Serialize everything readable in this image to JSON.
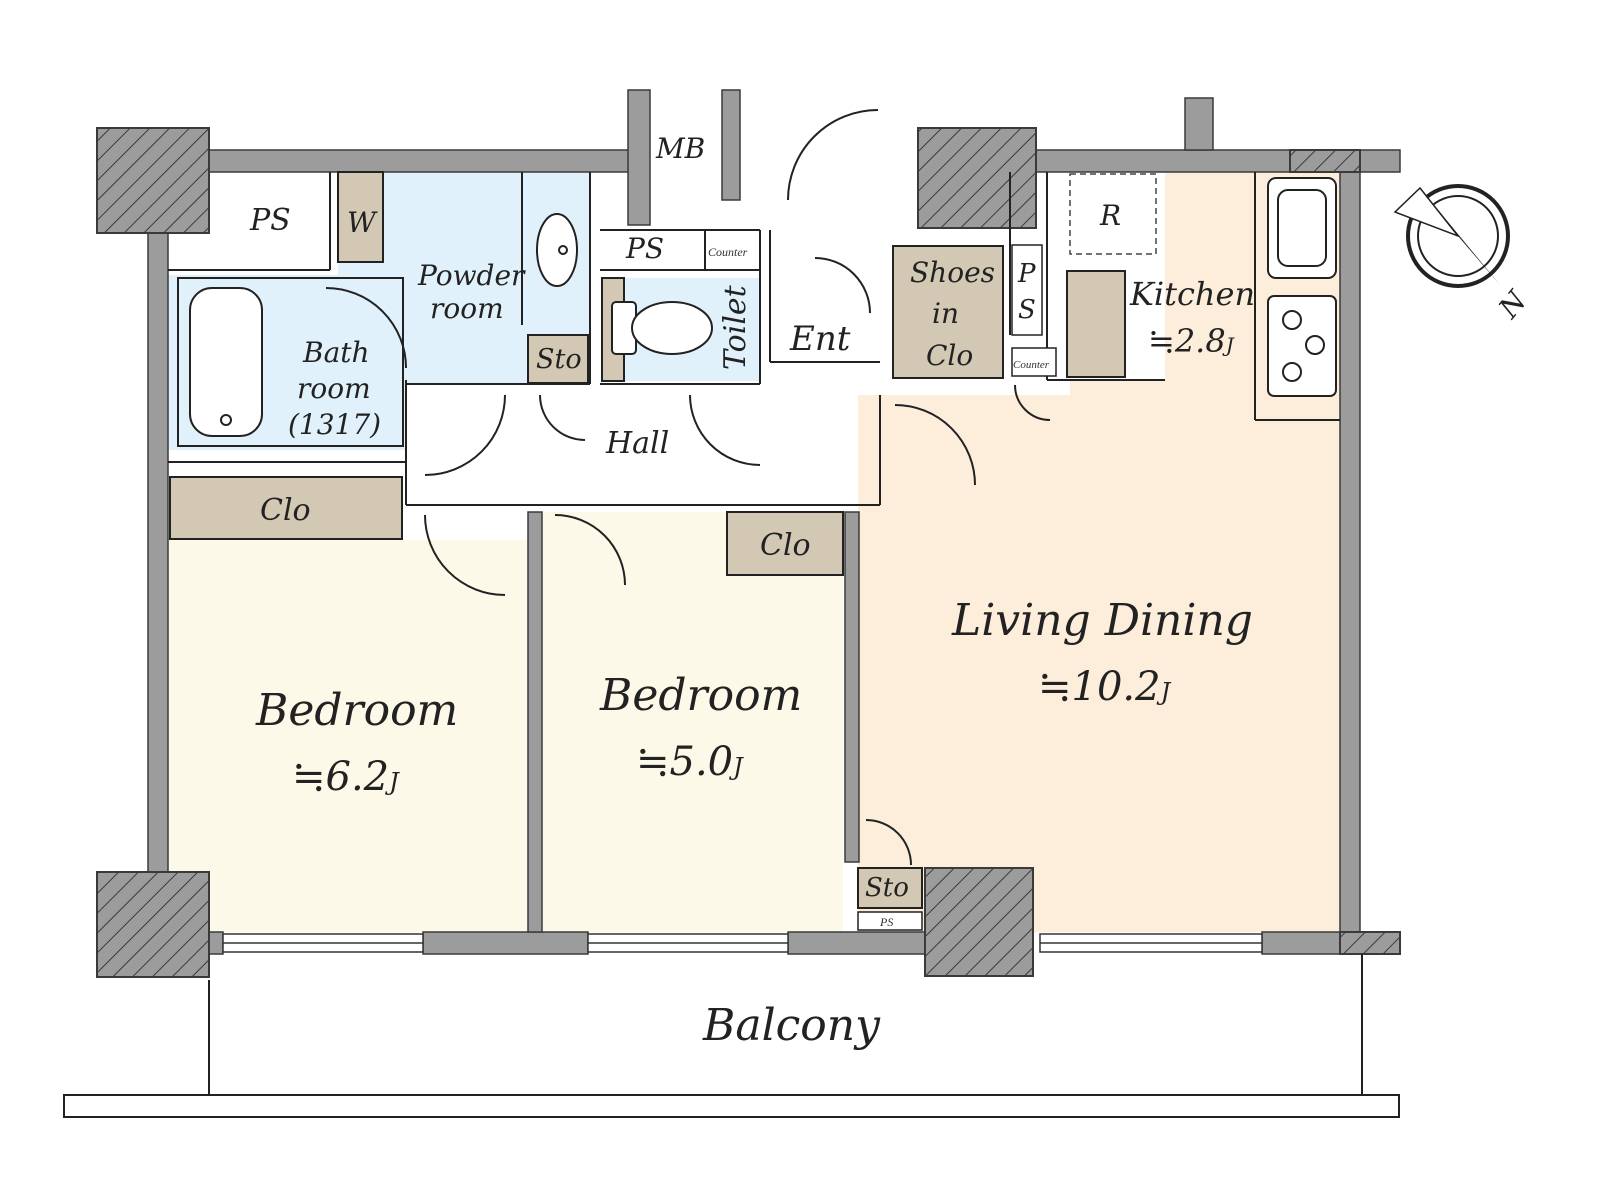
{
  "colors": {
    "wall": "#9c9c9c",
    "wall_stroke": "#3a3a3a",
    "bedroom": "#fdf9e9",
    "living": "#fdeedc",
    "water": "#e1f1fb",
    "storage": "#d3c8b4",
    "white": "#ffffff",
    "line": "#222222"
  },
  "rooms": {
    "ps_top": "PS",
    "washer": "W",
    "powder": [
      "Powder",
      "room"
    ],
    "bath": [
      "Bath",
      "room",
      "(1317)"
    ],
    "sto_top": "Sto",
    "ps_mid": "PS",
    "counter_small": "Counter",
    "toilet": "Toilet",
    "mb": "MB",
    "ent": "Ent",
    "shoes": [
      "Shoes",
      "in",
      "Clo"
    ],
    "ps_vertical": [
      "P",
      "S"
    ],
    "counter_kitchen": "Counter",
    "fridge": "R",
    "kitchen": "Kitchen",
    "kitchen_area": "≒2.8",
    "hall": "Hall",
    "clo_left": "Clo",
    "clo_mid": "Clo",
    "bedroom1": "Bedroom",
    "bedroom1_area": "≒6.2",
    "bedroom2": "Bedroom",
    "bedroom2_area": "≒5.0",
    "living": "Living Dining",
    "living_area": "≒10.2",
    "sto_bottom": "Sto",
    "ps_bottom": "PS",
    "balcony": "Balcony",
    "unit_j": "J"
  },
  "compass": {
    "north_label": "N"
  }
}
